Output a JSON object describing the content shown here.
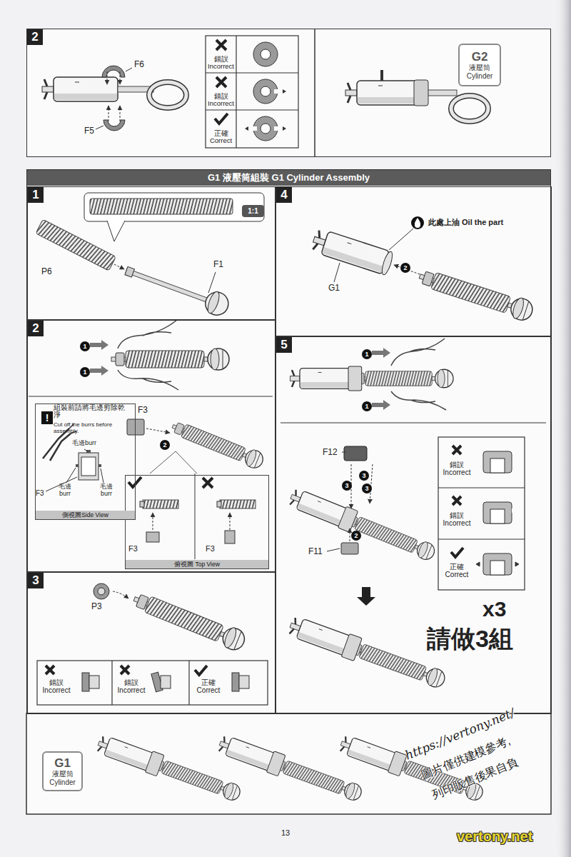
{
  "diagram": {
    "nodes": [
      {
        "text": [
          "2"
        ]
      },
      {
        "text": [
          "G2",
          "液壓筒",
          "Cylinder"
        ],
        "in": 0
      },
      {
        "text": [
          "G1 液壓筒組裝 G1 Cylinder Assembly"
        ]
      },
      {
        "text": [
          "1"
        ],
        "in": 2
      },
      {
        "text": [
          "1:1"
        ],
        "in": 3
      },
      {
        "text": [
          "4"
        ],
        "in": 2
      },
      {
        "text": [
          "2"
        ],
        "in": 5
      },
      {
        "text": [
          "2"
        ],
        "in": 2
      },
      {
        "text": [
          "1"
        ],
        "in": 7
      },
      {
        "text": [
          "1"
        ],
        "in": 7
      },
      {
        "text": [
          "側視圖Side View"
        ],
        "in": 7
      },
      {
        "text": [
          "!"
        ],
        "in": 10
      },
      {
        "text": [
          "2"
        ],
        "in": 7
      },
      {
        "text": [
          "俯視圖 Top View"
        ],
        "in": 7
      },
      {
        "text": [
          "3"
        ],
        "in": 2
      },
      {
        "text": [
          "5"
        ],
        "in": 2
      },
      {
        "text": [
          "1"
        ],
        "in": 15
      },
      {
        "text": [
          "1"
        ],
        "in": 15
      },
      {
        "text": [
          "3"
        ],
        "in": 15
      },
      {
        "text": [
          "3"
        ],
        "in": 15
      },
      {
        "text": [
          "3"
        ],
        "in": 15
      },
      {
        "text": [
          "2"
        ],
        "in": 15
      },
      {
        "text": [
          "G1",
          "液壓筒",
          "Cylinder"
        ]
      }
    ],
    "labels": [
      "F6",
      "F5",
      "錯誤 Incorrect",
      "錯誤 Incorrect",
      "正確 Correct",
      "P6",
      "F1",
      "此處上油 Oil the part",
      "G1",
      "組裝前請將毛邊剪除乾淨",
      "Cut off the burrs before assembly.",
      "毛邊burr",
      "F3",
      "毛邊 burr",
      "毛邊 burr",
      "F3",
      "F3",
      "F3",
      "P3",
      "錯誤 Incorrect",
      "錯誤 Incorrect",
      "正確 Correct",
      "F12",
      "F11",
      "錯誤 Incorrect",
      "錯誤 Incorrect",
      "正確 Correct",
      "x3",
      "請做3組",
      "13",
      "https://vertony.net/",
      "圖片僅供建模參考,",
      "列印販售後果自負",
      "vertony.net"
    ]
  }
}
